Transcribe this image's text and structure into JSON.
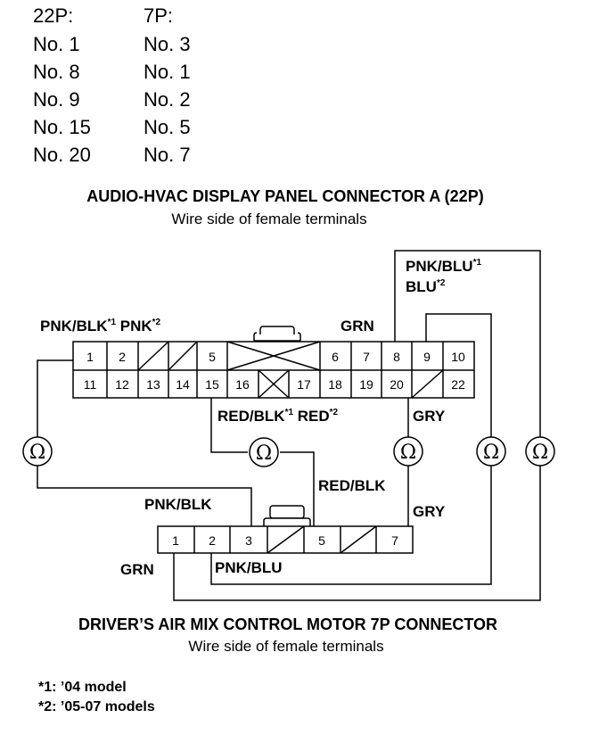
{
  "pin_table": {
    "col_22p_header": "22P:",
    "col_7p_header": "7P:",
    "rows": [
      {
        "p22": "No. 1",
        "p7": "No. 3"
      },
      {
        "p22": "No. 8",
        "p7": "No. 1"
      },
      {
        "p22": "No. 9",
        "p7": "No. 2"
      },
      {
        "p22": "No. 15",
        "p7": "No. 5"
      },
      {
        "p22": "No. 20",
        "p7": "No. 7"
      }
    ]
  },
  "connector_a": {
    "title": "AUDIO-HVAC DISPLAY PANEL CONNECTOR A (22P)",
    "subtitle": "Wire side of female terminals",
    "top_row": [
      "1",
      "2",
      "",
      "",
      "5",
      "",
      "6",
      "7",
      "8",
      "9",
      "10"
    ],
    "bottom_row": [
      "11",
      "12",
      "13",
      "14",
      "15",
      "16",
      "",
      "17",
      "18",
      "19",
      "20",
      "",
      "22"
    ]
  },
  "connector_7p": {
    "title": "DRIVER’S AIR MIX CONTROL MOTOR 7P CONNECTOR",
    "subtitle": "Wire side of female terminals",
    "pins": [
      "1",
      "2",
      "3",
      "",
      "5",
      "",
      "7"
    ]
  },
  "wire_labels": {
    "pnk_blk_a": "PNK/BLK",
    "star1_a": "*1",
    "pnk_a": "PNK",
    "star2_a": "*2",
    "grn_a": "GRN",
    "pnk_blu_a": "PNK/BLU",
    "star1_b": "*1",
    "blu_a": "BLU",
    "star2_b": "*2",
    "red_blk_a": "RED/BLK",
    "star1_c": "*1",
    "red_a": "RED",
    "star2_c": "*2",
    "gry_a": "GRY",
    "red_blk_mid": "RED/BLK",
    "pnk_blk_7p": "PNK/BLK",
    "gry_7p": "GRY",
    "grn_7p": "GRN",
    "pnk_blu_7p": "PNK/BLU"
  },
  "ohmmeter_symbol": "Ω",
  "notes": [
    {
      "mark": "*1:",
      "text": "’04 model"
    },
    {
      "mark": "*2:",
      "text": "’05-07 models"
    }
  ]
}
